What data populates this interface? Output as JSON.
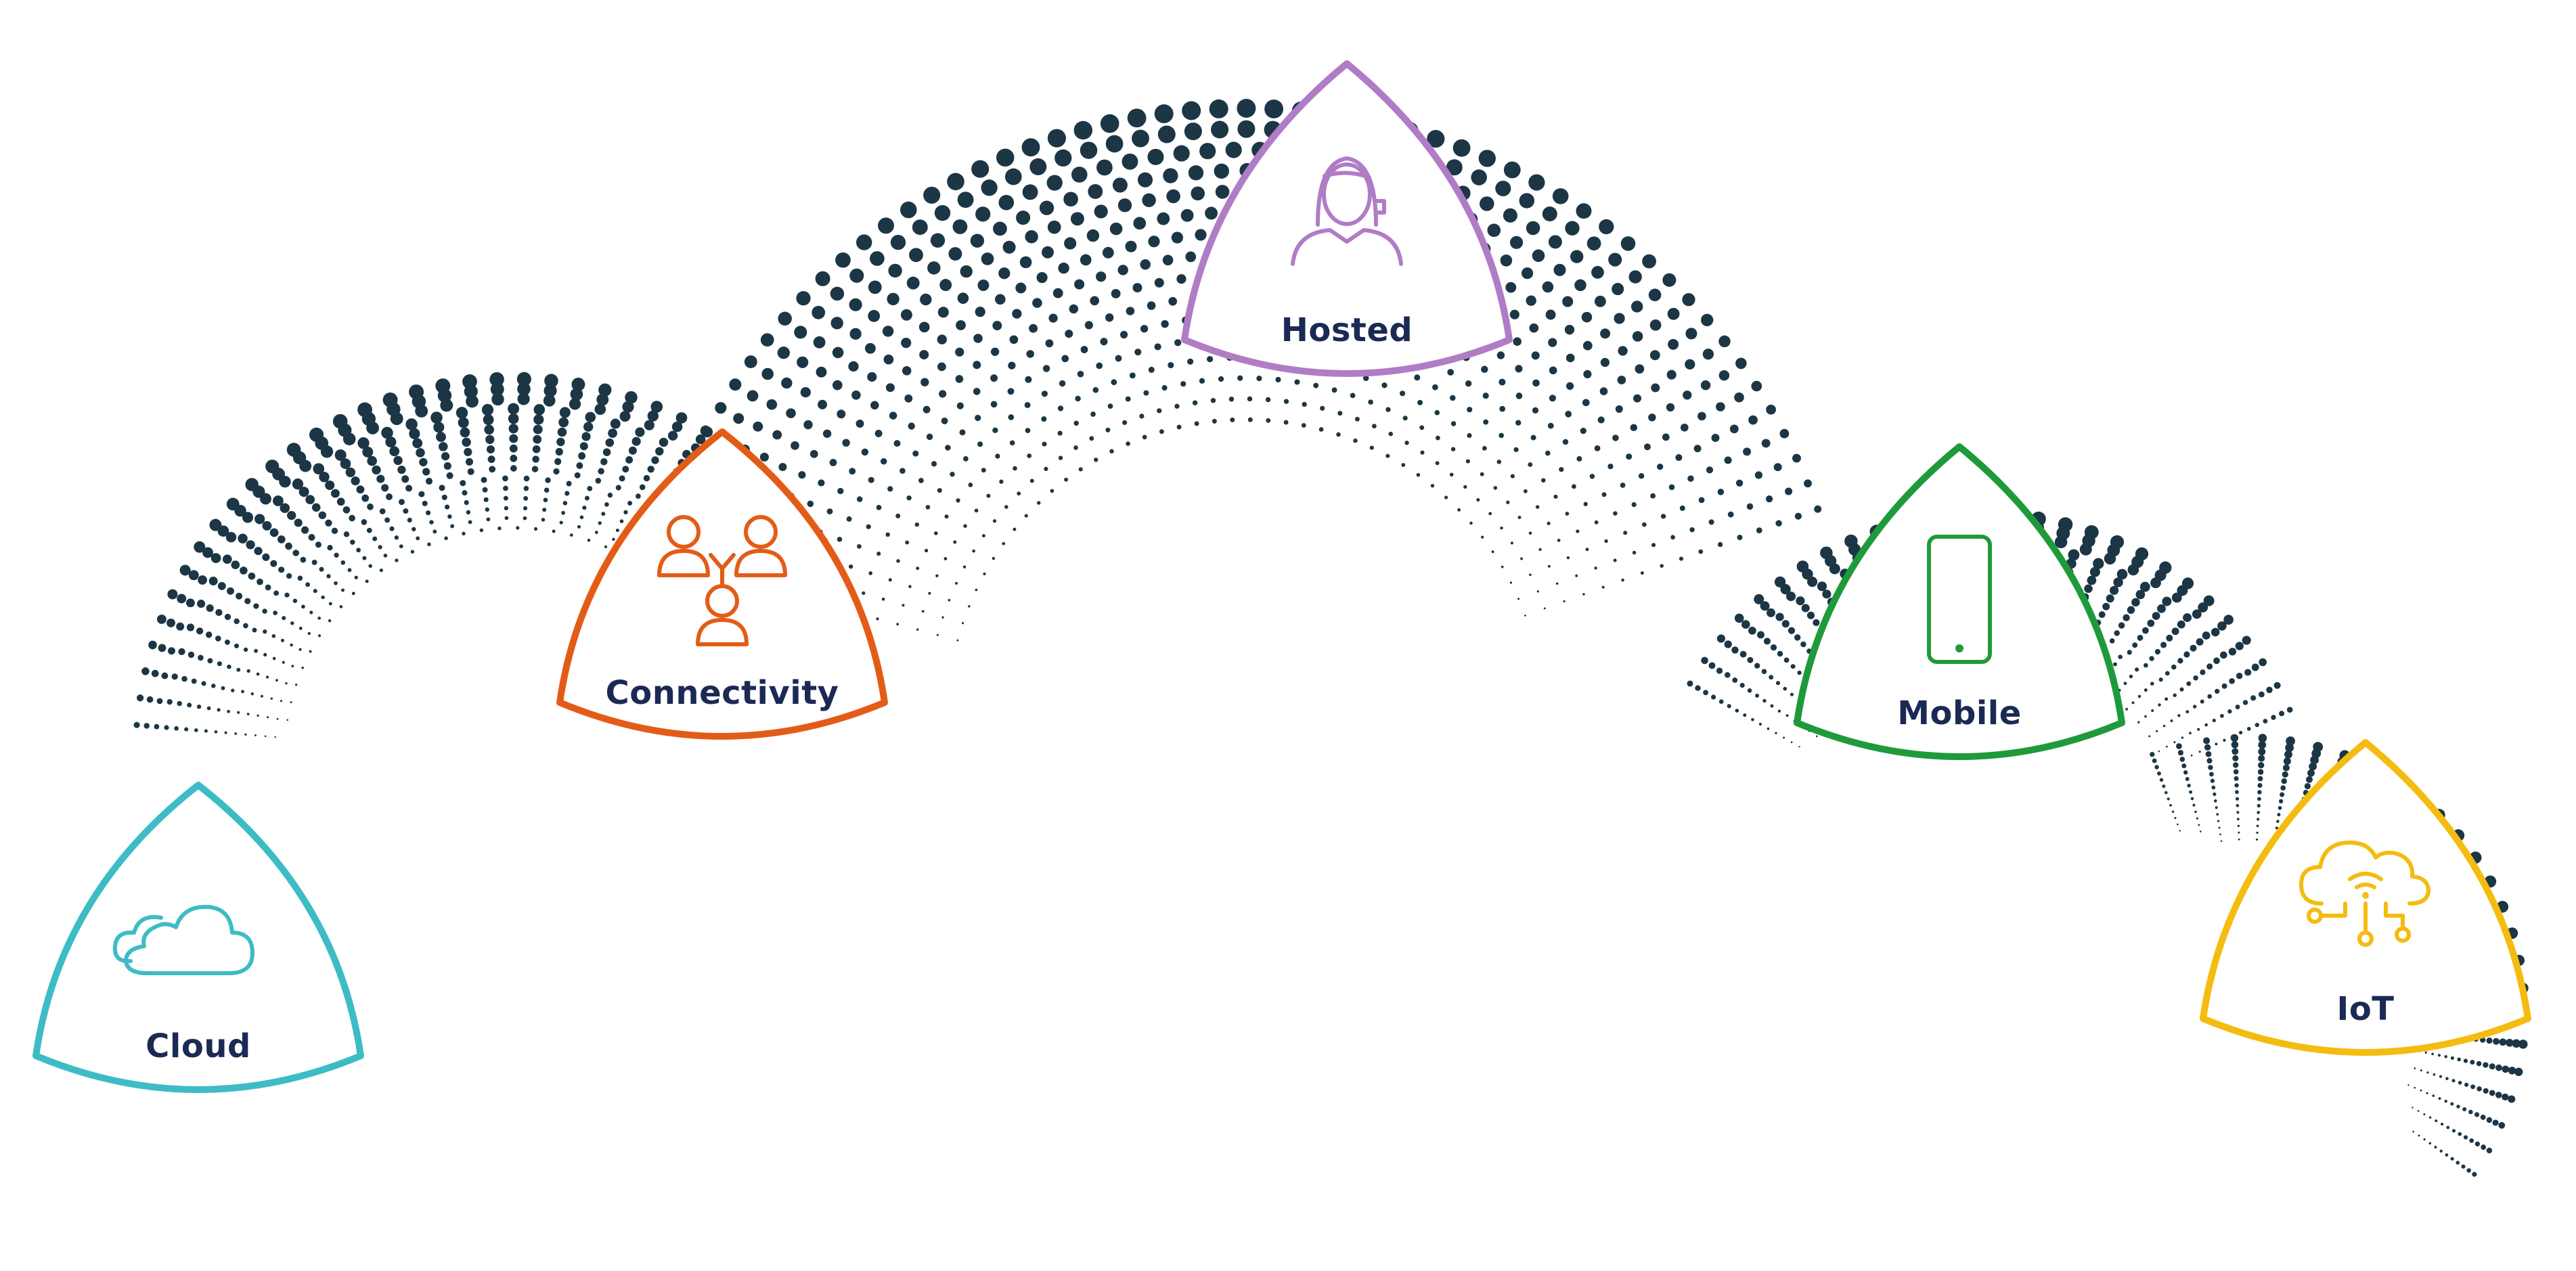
{
  "diagram": {
    "dot_color": "#1c3645",
    "label_color": "#1b2a55",
    "nodes": [
      {
        "id": "cloud",
        "label": "Cloud",
        "color": "#3dbcc6",
        "icon": "cloud-icon"
      },
      {
        "id": "connectivity",
        "label": "Connectivity",
        "color": "#e35c17",
        "icon": "people-network-icon"
      },
      {
        "id": "hosted",
        "label": "Hosted",
        "color": "#b07cc6",
        "icon": "headset-agent-icon"
      },
      {
        "id": "mobile",
        "label": "Mobile",
        "color": "#1f9a3b",
        "icon": "smartphone-icon"
      },
      {
        "id": "iot",
        "label": "IoT",
        "color": "#f4bc10",
        "icon": "cloud-circuit-icon"
      }
    ]
  }
}
